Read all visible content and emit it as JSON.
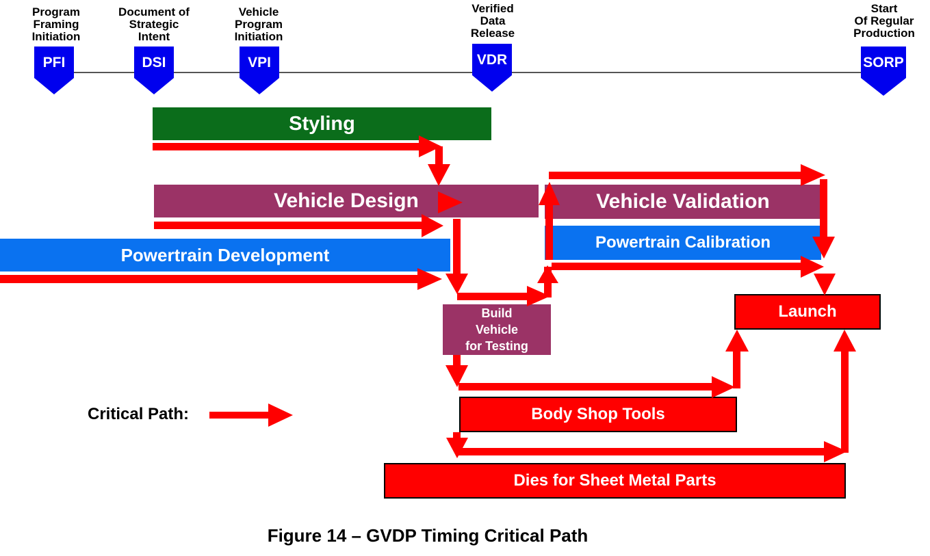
{
  "milestones": {
    "pfi": {
      "code": "PFI",
      "label": "Program\nFraming\nInitiation"
    },
    "dsi": {
      "code": "DSI",
      "label": "Document of\nStrategic\nIntent"
    },
    "vpi": {
      "code": "VPI",
      "label": "Vehicle\nProgram\nInitiation"
    },
    "vdr": {
      "code": "VDR",
      "label": "Verified\nData\nRelease"
    },
    "sorp": {
      "code": "SORP",
      "label": "Start\nOf Regular\nProduction"
    }
  },
  "bars": {
    "styling": "Styling",
    "vehicle_design": "Vehicle Design",
    "vehicle_validation": "Vehicle Validation",
    "powertrain_development": "Powertrain Development",
    "powertrain_calibration": "Powertrain Calibration",
    "build_vehicle": "Build\nVehicle\nfor Testing",
    "launch": "Launch",
    "body_shop_tools": "Body Shop Tools",
    "dies": "Dies for Sheet Metal Parts"
  },
  "legend": {
    "critical_path_label": "Critical Path:"
  },
  "caption": "Figure 14 – GVDP Timing Critical Path",
  "colors": {
    "milestone": "#0000ee",
    "styling": "#0b6d1b",
    "design": "#9b3366",
    "powertrain": "#0a72f0",
    "critical": "#ff0000"
  }
}
